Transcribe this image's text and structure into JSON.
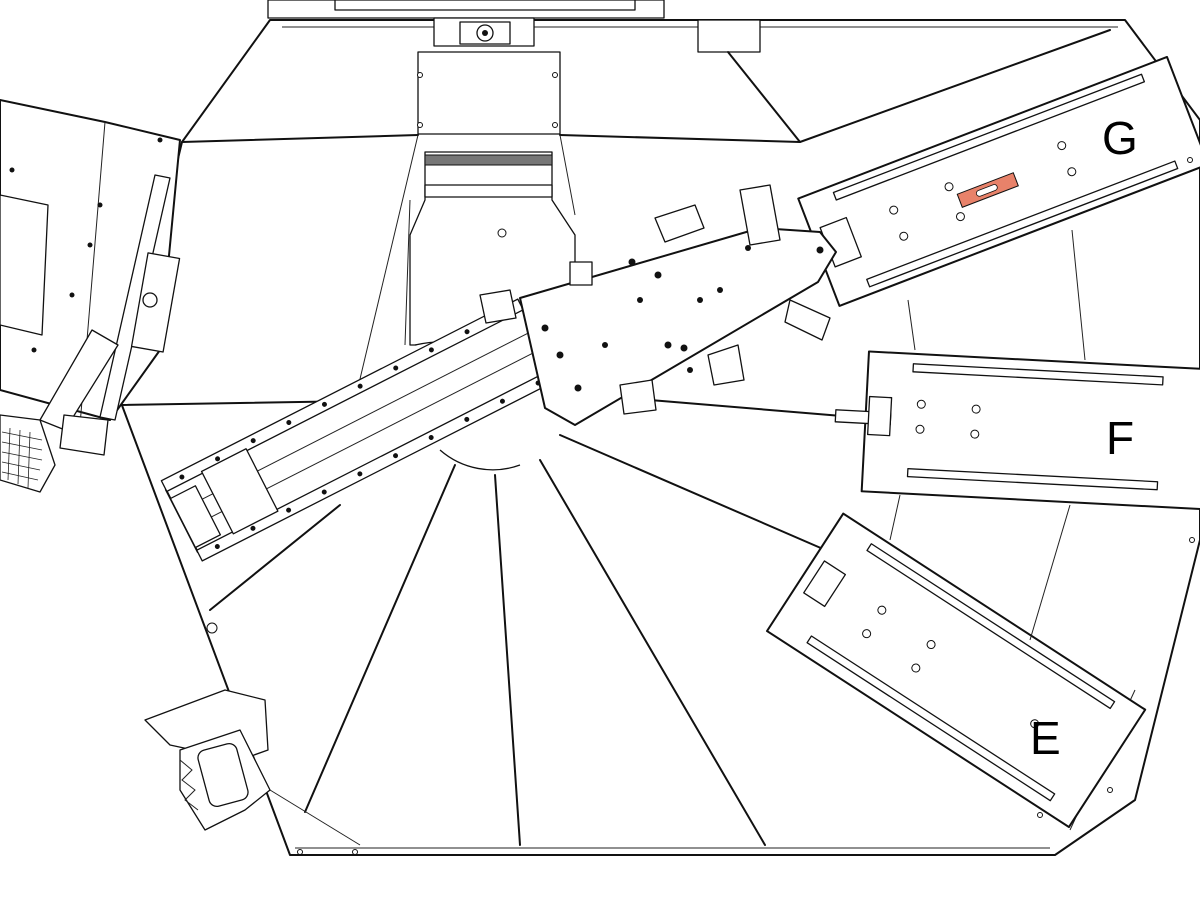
{
  "diagram": {
    "stations": [
      {
        "id": "G",
        "label": "G"
      },
      {
        "id": "F",
        "label": "F"
      },
      {
        "id": "E",
        "label": "E"
      }
    ],
    "highlight_color": "#e8826a",
    "line_color": "#111111",
    "background_color": "#ffffff"
  }
}
